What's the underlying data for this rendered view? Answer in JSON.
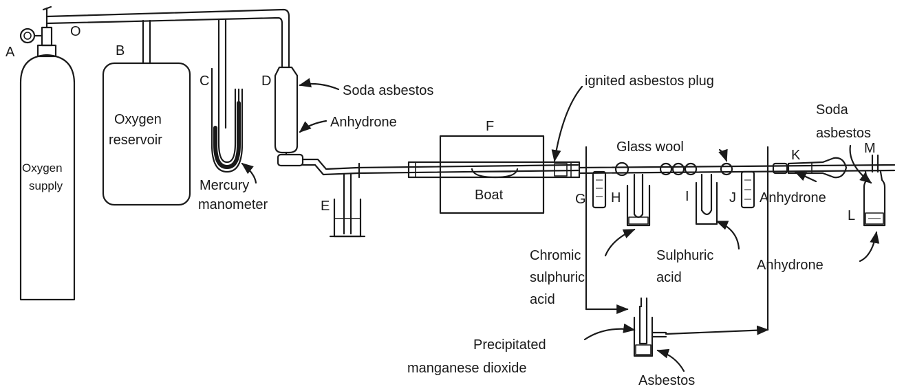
{
  "labels": {
    "a": "A",
    "o": "O",
    "b": "B",
    "c": "C",
    "d": "D",
    "e": "E",
    "f": "F",
    "g": "G",
    "h": "H",
    "i": "I",
    "j": "J",
    "k": "K",
    "l": "L",
    "m": "M",
    "oxygen_supply_1": "Oxygen",
    "oxygen_supply_2": "supply",
    "oxygen_reservoir_1": "Oxygen",
    "oxygen_reservoir_2": "reservoir",
    "mercury_manometer_1": "Mercury",
    "mercury_manometer_2": "manometer",
    "soda_asbestos": "Soda asbestos",
    "anhydrone_d": "Anhydrone",
    "ignited_asbestos_plug": "ignited asbestos plug",
    "boat": "Boat",
    "glass_wool": "Glass wool",
    "soda_asbestos_m_1": "Soda",
    "soda_asbestos_m_2": "asbestos",
    "anhydrone_k": "Anhydrone",
    "chromic_1": "Chromic",
    "chromic_2": "sulphuric",
    "chromic_3": "acid",
    "sulphuric_1": "Sulphuric",
    "sulphuric_2": "acid",
    "anhydrone_l": "Anhydrone",
    "precipitated_1": "Precipitated",
    "precipitated_2": "manganese dioxide",
    "asbestos": "Asbestos"
  }
}
